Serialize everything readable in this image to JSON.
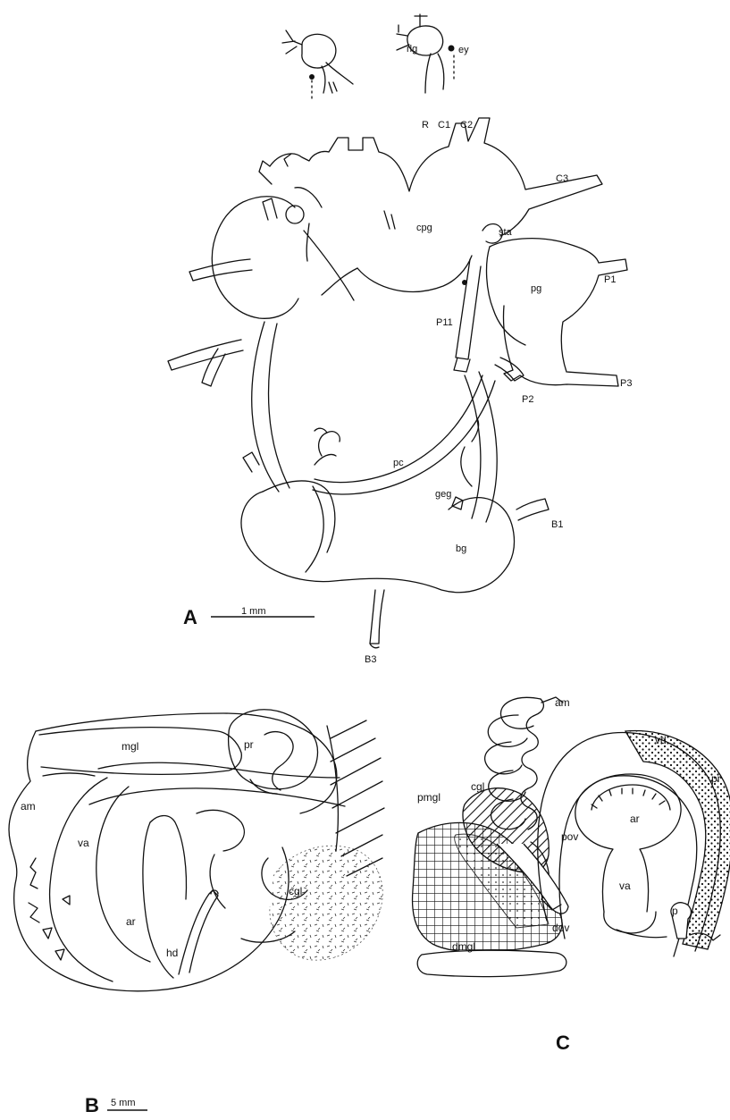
{
  "panels": {
    "a": {
      "letter": "A",
      "scale": "1 mm",
      "labels": {
        "rlg": "rlg",
        "ey": "ey",
        "R": "R",
        "C1": "C1",
        "C2": "C2",
        "C3": "C3",
        "cpg": "cpg",
        "sta": "sta",
        "P1": "P1",
        "pg": "pg",
        "P11": "P11",
        "P3": "P3",
        "P2": "P2",
        "pc": "pc",
        "geg": "geg",
        "B1": "B1",
        "bg": "bg",
        "B3": "B3"
      }
    },
    "b": {
      "letter": "B",
      "scale": "5 mm",
      "labels": {
        "mgl": "mgl",
        "pr": "pr",
        "am": "am",
        "va": "va",
        "cgl": "cgl",
        "ar": "ar",
        "hd": "hd"
      }
    },
    "c": {
      "letter": "C",
      "labels": {
        "am": "am",
        "vd": "vd",
        "cgl": "cgl",
        "pr": "pr",
        "pmgl": "pmgl",
        "ar": "ar",
        "pov": "pov",
        "va": "va",
        "dov": "dov",
        "p": "p",
        "dmgl": "dmgl"
      }
    }
  },
  "legend": {
    "pmgl_pattern": "grid",
    "cgl_pattern": "diagonal-hatch",
    "pr_pattern": "stipple",
    "dmgl_pattern": "dots"
  }
}
